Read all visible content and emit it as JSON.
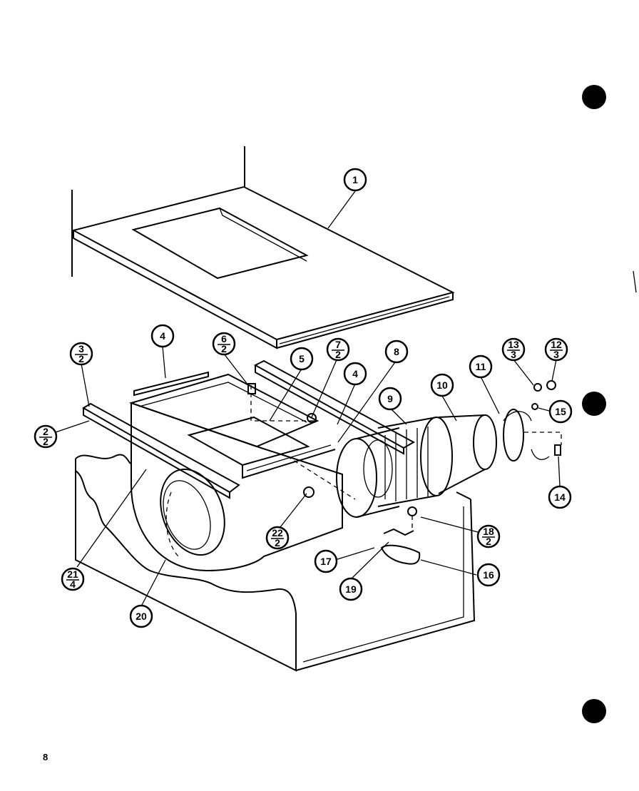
{
  "page_number": "8",
  "callouts": [
    {
      "id": "c1",
      "top": "1"
    },
    {
      "id": "c4a",
      "top": "4"
    },
    {
      "id": "c3-2",
      "top": "3",
      "bottom": "2"
    },
    {
      "id": "c6-2",
      "top": "6",
      "bottom": "2"
    },
    {
      "id": "c5",
      "top": "5"
    },
    {
      "id": "c7-2",
      "top": "7",
      "bottom": "2"
    },
    {
      "id": "c4b",
      "top": "4"
    },
    {
      "id": "c8",
      "top": "8"
    },
    {
      "id": "c9",
      "top": "9"
    },
    {
      "id": "c10",
      "top": "10"
    },
    {
      "id": "c11",
      "top": "11"
    },
    {
      "id": "c13-3",
      "top": "13",
      "bottom": "3"
    },
    {
      "id": "c12-3",
      "top": "12",
      "bottom": "3"
    },
    {
      "id": "c15",
      "top": "15"
    },
    {
      "id": "c2-2",
      "top": "2",
      "bottom": "2"
    },
    {
      "id": "c14",
      "top": "14"
    },
    {
      "id": "c22-2",
      "top": "22",
      "bottom": "2"
    },
    {
      "id": "c18-2",
      "top": "18",
      "bottom": "2"
    },
    {
      "id": "c17",
      "top": "17"
    },
    {
      "id": "c21-4",
      "top": "21",
      "bottom": "4"
    },
    {
      "id": "c16",
      "top": "16"
    },
    {
      "id": "c19",
      "top": "19"
    },
    {
      "id": "c20",
      "top": "20"
    }
  ]
}
